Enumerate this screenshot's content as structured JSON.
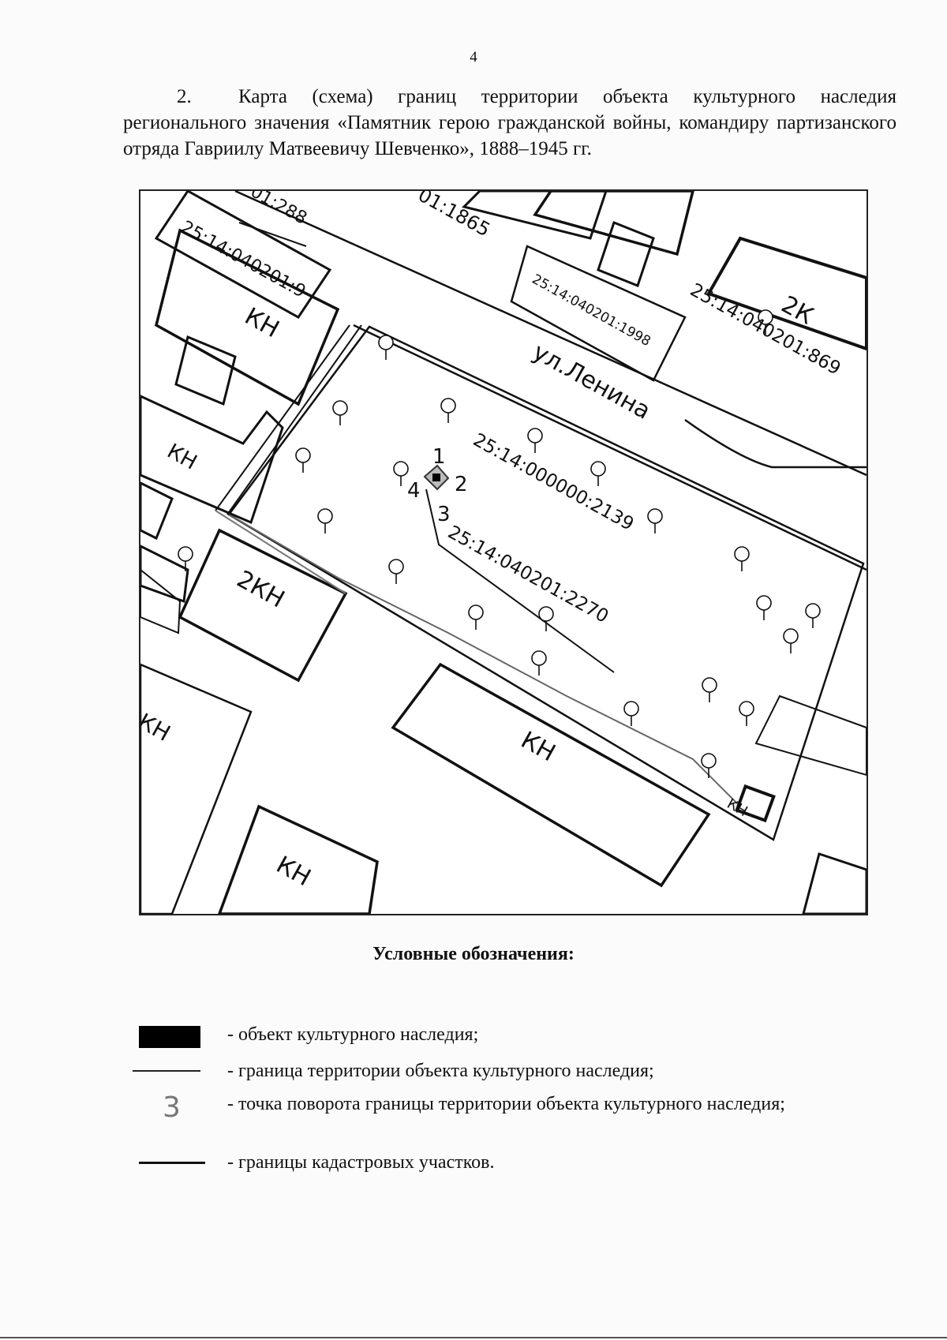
{
  "page_number": "4",
  "intro": {
    "number": "2.",
    "text": "Карта (схема) границ территории объекта культурного наследия регионального значения «Памятник герою гражданской войны, командиру партизанского отряда Гавриилу Матвеевичу Шевченко», 1888–1945 гг."
  },
  "map": {
    "street": "ул.Ленина",
    "parcels": {
      "p1": "25:14:040201:9",
      "p2": "25:14:040201:1998",
      "p3": "25:14:040201:869",
      "p4": "25:14:000000:2139",
      "p5": "25:14:040201:2270",
      "p6": "01:1865",
      "p7": "01:288"
    },
    "buildings": {
      "kn": "КН",
      "two_kn": "2КН",
      "two_k": "2К"
    },
    "turn_points": [
      "1",
      "2",
      "3",
      "4"
    ]
  },
  "legend": {
    "title": "Условные обозначения:",
    "items": [
      {
        "symbol": "filled-rect",
        "text": "- объект культурного наследия;"
      },
      {
        "symbol": "thin-line",
        "text": "- граница территории объекта культурного наследия;"
      },
      {
        "symbol": "digit",
        "digit": "3",
        "text": "- точка поворота границы территории объекта культурного наследия;"
      },
      {
        "symbol": "thick-line",
        "text": "- границы кадастровых участков."
      }
    ]
  }
}
